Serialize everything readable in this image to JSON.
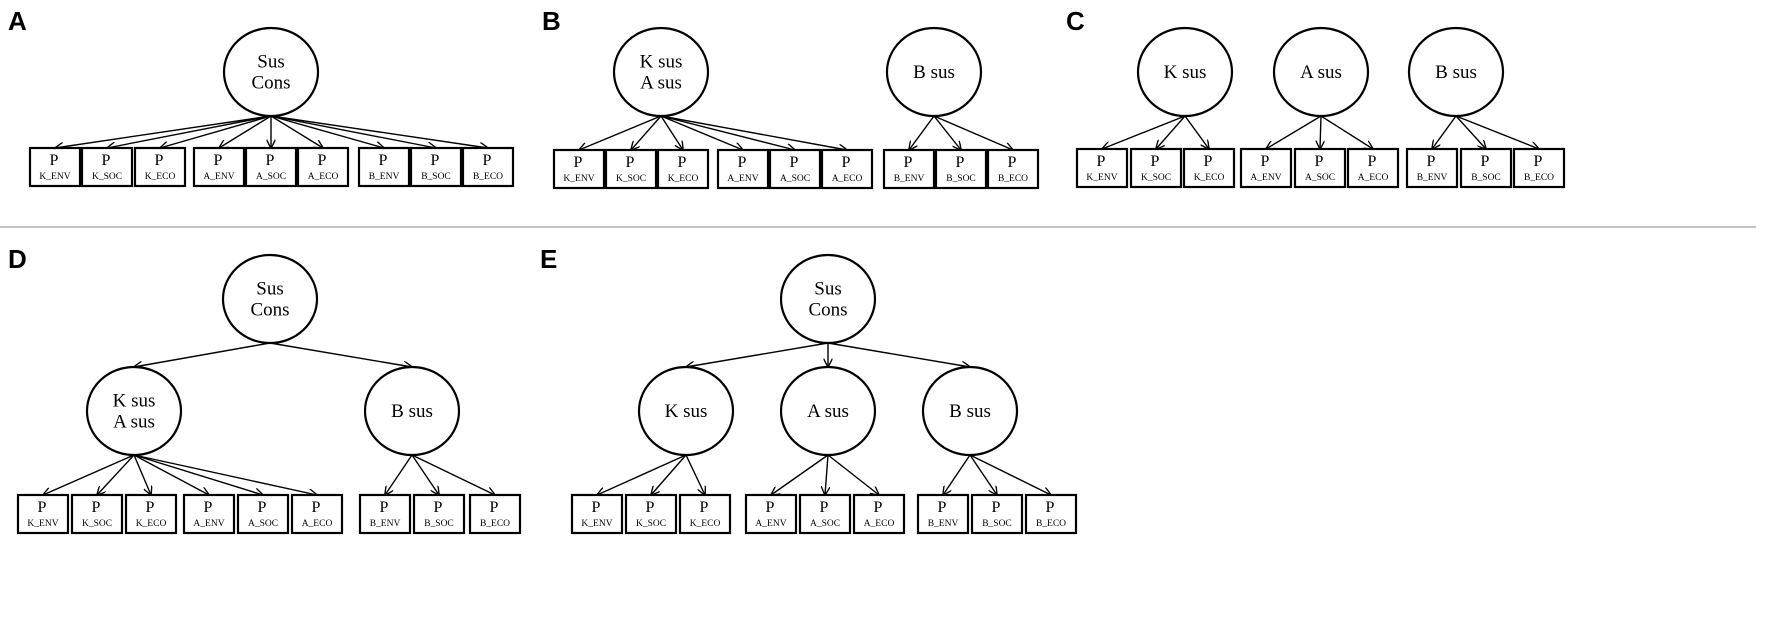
{
  "colors": {
    "stroke": "#000000",
    "fill": "#ffffff",
    "divider": "#b0b0b0"
  },
  "panels": [
    {
      "letter": "A",
      "latents": [
        {
          "id": "sus",
          "lines": [
            "Sus",
            "Cons"
          ]
        }
      ],
      "groups": [
        {
          "from": "sus",
          "items": [
            {
              "p": "P",
              "sub": "K_ENV"
            },
            {
              "p": "P",
              "sub": "K_SOC"
            },
            {
              "p": "P",
              "sub": "K_ECO"
            },
            {
              "p": "P",
              "sub": "A_ENV"
            },
            {
              "p": "P",
              "sub": "A_SOC"
            },
            {
              "p": "P",
              "sub": "A_ECO"
            },
            {
              "p": "P",
              "sub": "B_ENV"
            },
            {
              "p": "P",
              "sub": "B_SOC"
            },
            {
              "p": "P",
              "sub": "B_ECO"
            }
          ]
        }
      ]
    },
    {
      "letter": "B",
      "latents": [
        {
          "id": "ka",
          "lines": [
            "K sus",
            "A sus"
          ]
        },
        {
          "id": "b",
          "lines": [
            "B sus"
          ]
        }
      ],
      "groups": [
        {
          "from": "ka",
          "items": [
            {
              "p": "P",
              "sub": "K_ENV"
            },
            {
              "p": "P",
              "sub": "K_SOC"
            },
            {
              "p": "P",
              "sub": "K_ECO"
            },
            {
              "p": "P",
              "sub": "A_ENV"
            },
            {
              "p": "P",
              "sub": "A_SOC"
            },
            {
              "p": "P",
              "sub": "A_ECO"
            }
          ]
        },
        {
          "from": "b",
          "items": [
            {
              "p": "P",
              "sub": "B_ENV"
            },
            {
              "p": "P",
              "sub": "B_SOC"
            },
            {
              "p": "P",
              "sub": "B_ECO"
            }
          ]
        }
      ]
    },
    {
      "letter": "C",
      "latents": [
        {
          "id": "k",
          "lines": [
            "K sus"
          ]
        },
        {
          "id": "a",
          "lines": [
            "A sus"
          ]
        },
        {
          "id": "b",
          "lines": [
            "B sus"
          ]
        }
      ],
      "groups": [
        {
          "from": "k",
          "items": [
            {
              "p": "P",
              "sub": "K_ENV"
            },
            {
              "p": "P",
              "sub": "K_SOC"
            },
            {
              "p": "P",
              "sub": "K_ECO"
            }
          ]
        },
        {
          "from": "a",
          "items": [
            {
              "p": "P",
              "sub": "A_ENV"
            },
            {
              "p": "P",
              "sub": "A_SOC"
            },
            {
              "p": "P",
              "sub": "A_ECO"
            }
          ]
        },
        {
          "from": "b",
          "items": [
            {
              "p": "P",
              "sub": "B_ENV"
            },
            {
              "p": "P",
              "sub": "B_SOC"
            },
            {
              "p": "P",
              "sub": "B_ECO"
            }
          ]
        }
      ]
    },
    {
      "letter": "D",
      "latents": [
        {
          "id": "sus",
          "lines": [
            "Sus",
            "Cons"
          ]
        },
        {
          "id": "ka",
          "lines": [
            "K sus",
            "A sus"
          ]
        },
        {
          "id": "b",
          "lines": [
            "B sus"
          ]
        }
      ],
      "links": [
        {
          "from": "sus",
          "to": "ka"
        },
        {
          "from": "sus",
          "to": "b"
        }
      ],
      "groups": [
        {
          "from": "ka",
          "items": [
            {
              "p": "P",
              "sub": "K_ENV"
            },
            {
              "p": "P",
              "sub": "K_SOC"
            },
            {
              "p": "P",
              "sub": "K_ECO"
            },
            {
              "p": "P",
              "sub": "A_ENV"
            },
            {
              "p": "P",
              "sub": "A_SOC"
            },
            {
              "p": "P",
              "sub": "A_ECO"
            }
          ]
        },
        {
          "from": "b",
          "items": [
            {
              "p": "P",
              "sub": "B_ENV"
            },
            {
              "p": "P",
              "sub": "B_SOC"
            },
            {
              "p": "P",
              "sub": "B_ECO"
            }
          ]
        }
      ]
    },
    {
      "letter": "E",
      "latents": [
        {
          "id": "sus",
          "lines": [
            "Sus",
            "Cons"
          ]
        },
        {
          "id": "k",
          "lines": [
            "K sus"
          ]
        },
        {
          "id": "a",
          "lines": [
            "A sus"
          ]
        },
        {
          "id": "b",
          "lines": [
            "B sus"
          ]
        }
      ],
      "links": [
        {
          "from": "sus",
          "to": "k"
        },
        {
          "from": "sus",
          "to": "a"
        },
        {
          "from": "sus",
          "to": "b"
        }
      ],
      "groups": [
        {
          "from": "k",
          "items": [
            {
              "p": "P",
              "sub": "K_ENV"
            },
            {
              "p": "P",
              "sub": "K_SOC"
            },
            {
              "p": "P",
              "sub": "K_ECO"
            }
          ]
        },
        {
          "from": "a",
          "items": [
            {
              "p": "P",
              "sub": "A_ENV"
            },
            {
              "p": "P",
              "sub": "A_SOC"
            },
            {
              "p": "P",
              "sub": "A_ECO"
            }
          ]
        },
        {
          "from": "b",
          "items": [
            {
              "p": "P",
              "sub": "B_ENV"
            },
            {
              "p": "P",
              "sub": "B_SOC"
            },
            {
              "p": "P",
              "sub": "B_ECO"
            }
          ]
        }
      ]
    }
  ]
}
